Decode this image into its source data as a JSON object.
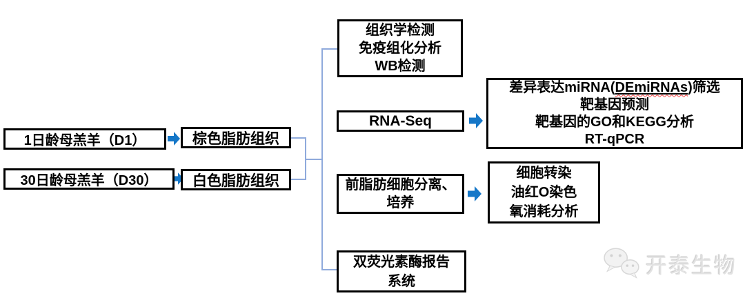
{
  "diagram": {
    "subjects": {
      "d1": "1日龄母羔羊（D1）",
      "d30": "30日龄母羔羊（D30）"
    },
    "tissues": {
      "bat": "棕色脂肪组织",
      "wat": "白色脂肪组织"
    },
    "branches": {
      "histology": {
        "lines": [
          "组织学检测",
          "免疫组化分析",
          "WB检测"
        ]
      },
      "rnaseq": {
        "label": "RNA-Seq"
      },
      "mirna_analysis": {
        "line1_prefix": "差异表达miRNA(",
        "line1_highlight": "DEmiRNAs",
        "line1_suffix": ")筛选",
        "lines_rest": [
          "靶基因预测",
          "靶基因的GO和KEGG分析",
          "RT-qPCR"
        ]
      },
      "preadipocyte": {
        "lines": [
          "前脂肪细胞分离、",
          "培养"
        ]
      },
      "cell_assays": {
        "lines": [
          "细胞转染",
          "油红O染色",
          "氧消耗分析"
        ]
      },
      "dual_luciferase": {
        "lines": [
          "双荧光素酶报告",
          "系统"
        ]
      }
    },
    "colors": {
      "arrow": "#1577C8",
      "connector": "#8FAADC",
      "box_border": "#000000",
      "spellcheck_underline": "#FF4A4A",
      "watermark": "#E2E2E2"
    },
    "watermark": {
      "text": "开泰生物",
      "icon": "wechat-bubbles-icon"
    }
  }
}
